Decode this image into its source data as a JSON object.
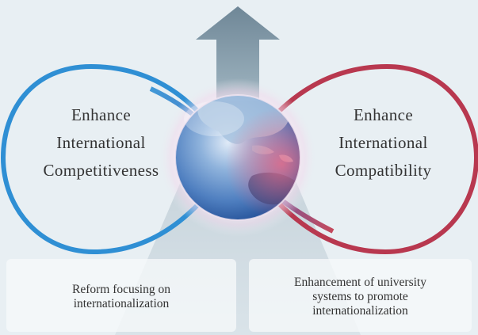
{
  "left_loop": {
    "lines": [
      "Enhance",
      "International",
      "Competitiveness"
    ],
    "color": "#2f8fd4"
  },
  "right_loop": {
    "lines": [
      "Enhance",
      "International",
      "Compatibility"
    ],
    "color": "#c0364a"
  },
  "arrow": {
    "color": "#6f8797"
  },
  "cards": [
    {
      "lines": [
        "Reform focusing on",
        "internationalization"
      ]
    },
    {
      "lines": [
        "Enhancement of university",
        "systems to promote",
        "internationalization"
      ]
    }
  ],
  "colors": {
    "background": "#e8eff3",
    "loop_left": "#2f8fd4",
    "loop_mid": "#6a4fa0",
    "loop_right": "#c0364a",
    "globe_ocean": "#4f86c6",
    "globe_land": "#9bb9d6"
  }
}
